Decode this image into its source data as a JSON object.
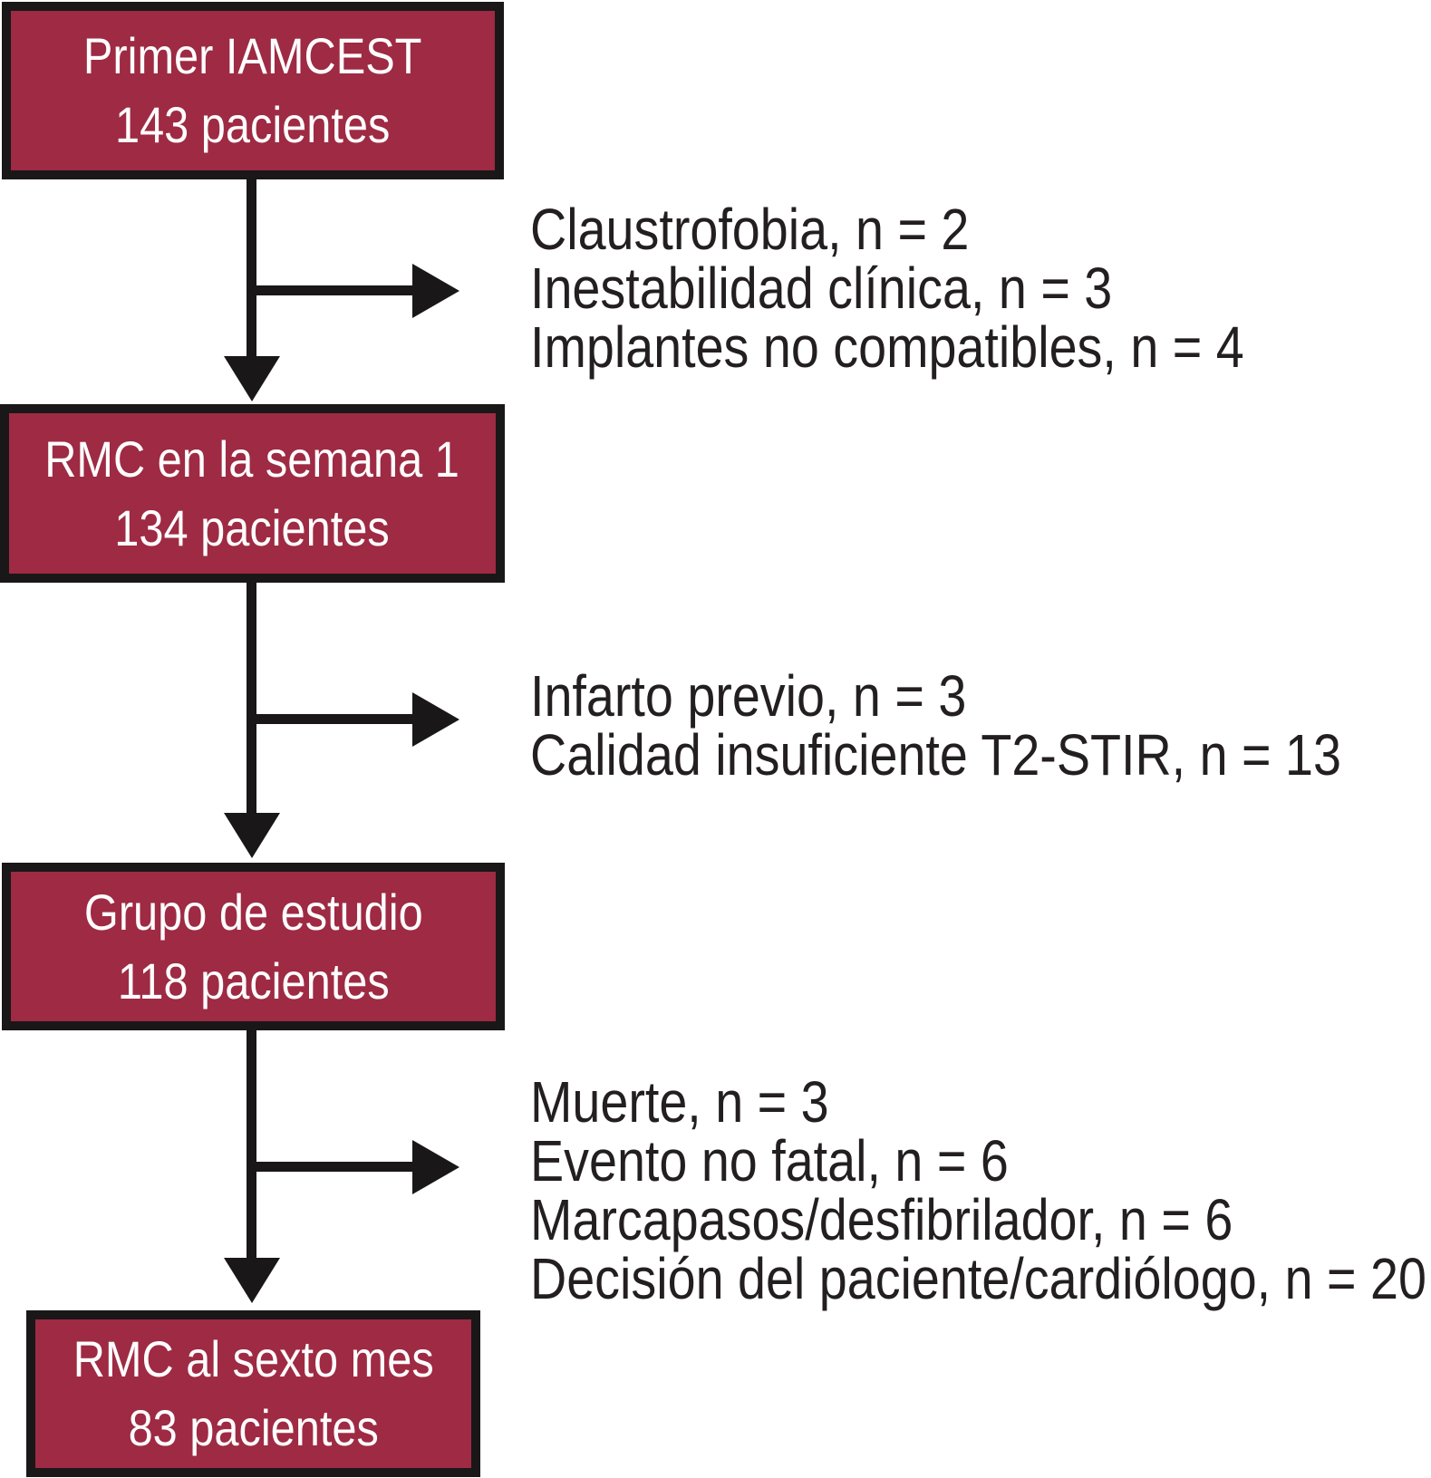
{
  "diagram": {
    "type": "patient-flow-chart",
    "boxes": [
      {
        "line1": "Primer IAMCEST",
        "line2": "143 pacientes"
      },
      {
        "line1": "RMC en la semana 1",
        "line2": "134 pacientes"
      },
      {
        "line1": "Grupo de estudio",
        "line2": "118 pacientes"
      },
      {
        "line1": "RMC al sexto mes",
        "line2": "83 pacientes"
      }
    ],
    "exclusions": [
      {
        "lines": [
          "Claustrofobia, n = 2",
          "Inestabilidad clínica, n = 3",
          "Implantes no compatibles, n = 4"
        ]
      },
      {
        "lines": [
          "Infarto previo, n = 3",
          "Calidad insuficiente T2-STIR, n = 13"
        ]
      },
      {
        "lines": [
          "Muerte, n = 3",
          "Evento no fatal, n = 6",
          "Marcapasos/desfibrilador, n = 6",
          "Decisión del paciente/cardiólogo, n = 20"
        ]
      }
    ],
    "colors": {
      "box_fill": "#9E2A43",
      "box_border": "#1A1718",
      "text_dark": "#231F20",
      "box_text": "#FDFDFD",
      "background": "#FFFFFF"
    }
  }
}
